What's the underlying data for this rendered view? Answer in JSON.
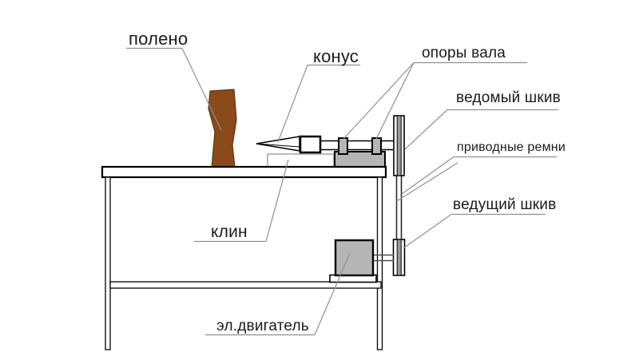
{
  "diagram": {
    "subject": "screw log splitter scheme",
    "labels": {
      "log": "полено",
      "cone": "конус",
      "shaft_supports": "опоры вала",
      "driven_pulley": "ведомый шкив",
      "drive_belts": "приводные ремни",
      "driving_pulley": "ведущий шкив",
      "wedge": "клин",
      "electric_motor": "эл.двигатель"
    },
    "colors": {
      "background": "#ffffff",
      "wood_brown": "#8a4a1a",
      "wood_outline": "#5f3310",
      "metal_gray": "#b5b5b5",
      "pulley_band_gray": "#9a9a9a",
      "outline_black": "#000000",
      "leader_gray": "#8f8f8f",
      "text_black": "#1a1a1a"
    }
  }
}
